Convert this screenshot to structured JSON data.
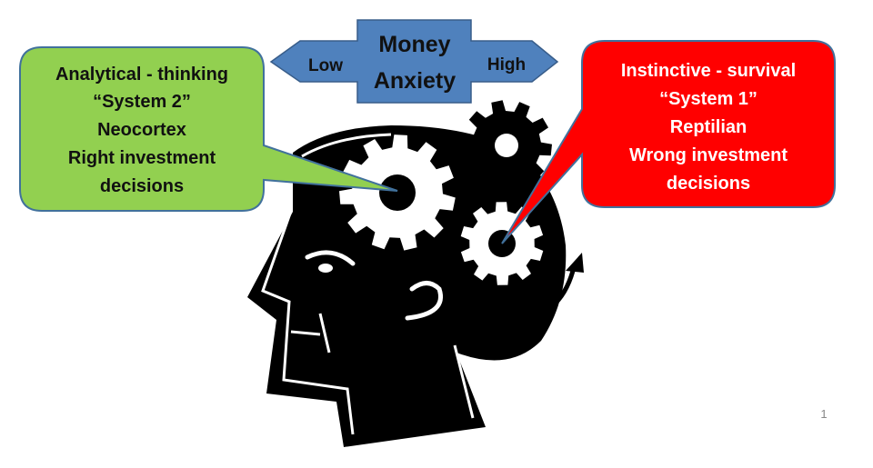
{
  "anxiety_arrow": {
    "low_label": "Low",
    "high_label": "High",
    "title_line1": "Money",
    "title_line2": "Anxiety"
  },
  "left_callout": {
    "lines": [
      "Analytical - thinking",
      "“System 2”",
      "Neocortex",
      "Right investment",
      "decisions"
    ]
  },
  "right_callout": {
    "lines": [
      "Instinctive - survival",
      "“System 1”",
      "Reptilian",
      "Wrong investment",
      "decisions"
    ]
  },
  "page_number": "1",
  "colors": {
    "arrow_fill": "#4f81bd",
    "arrow_stroke": "#385d8a",
    "green": "#92d050",
    "red": "#ff0000",
    "callout_stroke": "#41719c"
  }
}
